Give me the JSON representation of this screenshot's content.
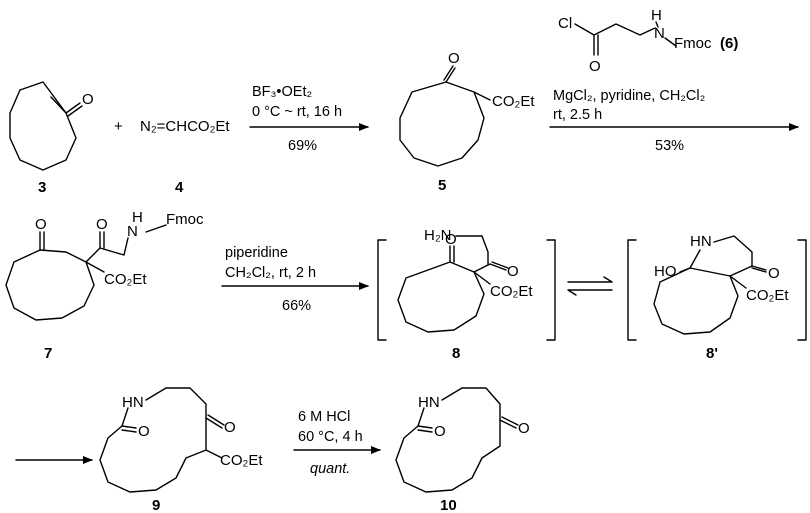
{
  "compounds": {
    "c3": {
      "number": "3",
      "o": "O"
    },
    "c4": {
      "number": "4",
      "formula": "N₂=CHCO₂Et",
      "plus": "+"
    },
    "c5": {
      "number": "5",
      "o": "O",
      "ester": "CO₂Et"
    },
    "c6": {
      "number": "6",
      "cl": "Cl",
      "o": "O",
      "h": "H",
      "n": "N",
      "fmoc": "Fmoc",
      "tag": "(6)"
    },
    "c7": {
      "number": "7",
      "o1": "O",
      "o2": "O",
      "h": "H",
      "n": "N",
      "fmoc": "Fmoc",
      "ester": "CO₂Et"
    },
    "c8": {
      "number": "8",
      "amine": "H₂N",
      "o1": "O",
      "o2": "O",
      "ester": "CO₂Et"
    },
    "c8p": {
      "number": "8'",
      "hn": "HN",
      "ho": "HO",
      "o": "O",
      "ester": "CO₂Et"
    },
    "c9": {
      "number": "9",
      "hn": "HN",
      "o1": "O",
      "o2": "O",
      "ester": "CO₂Et"
    },
    "c10": {
      "number": "10",
      "hn": "HN",
      "o1": "O",
      "o2": "O"
    }
  },
  "steps": {
    "s1": {
      "reagent": "BF₃•OEt₂",
      "conditions": "0 °C ~ rt, 16 h",
      "yield": "69%"
    },
    "s2": {
      "reagent": "MgCl₂, pyridine, CH₂Cl₂",
      "conditions": "rt, 2.5 h",
      "yield": "53%"
    },
    "s3": {
      "reagent": "piperidine",
      "conditions": "CH₂Cl₂, rt, 2 h",
      "yield": "66%"
    },
    "s4": {
      "reagent": "6 M HCl",
      "conditions": "60 °C, 4 h",
      "yield": "quant."
    }
  }
}
